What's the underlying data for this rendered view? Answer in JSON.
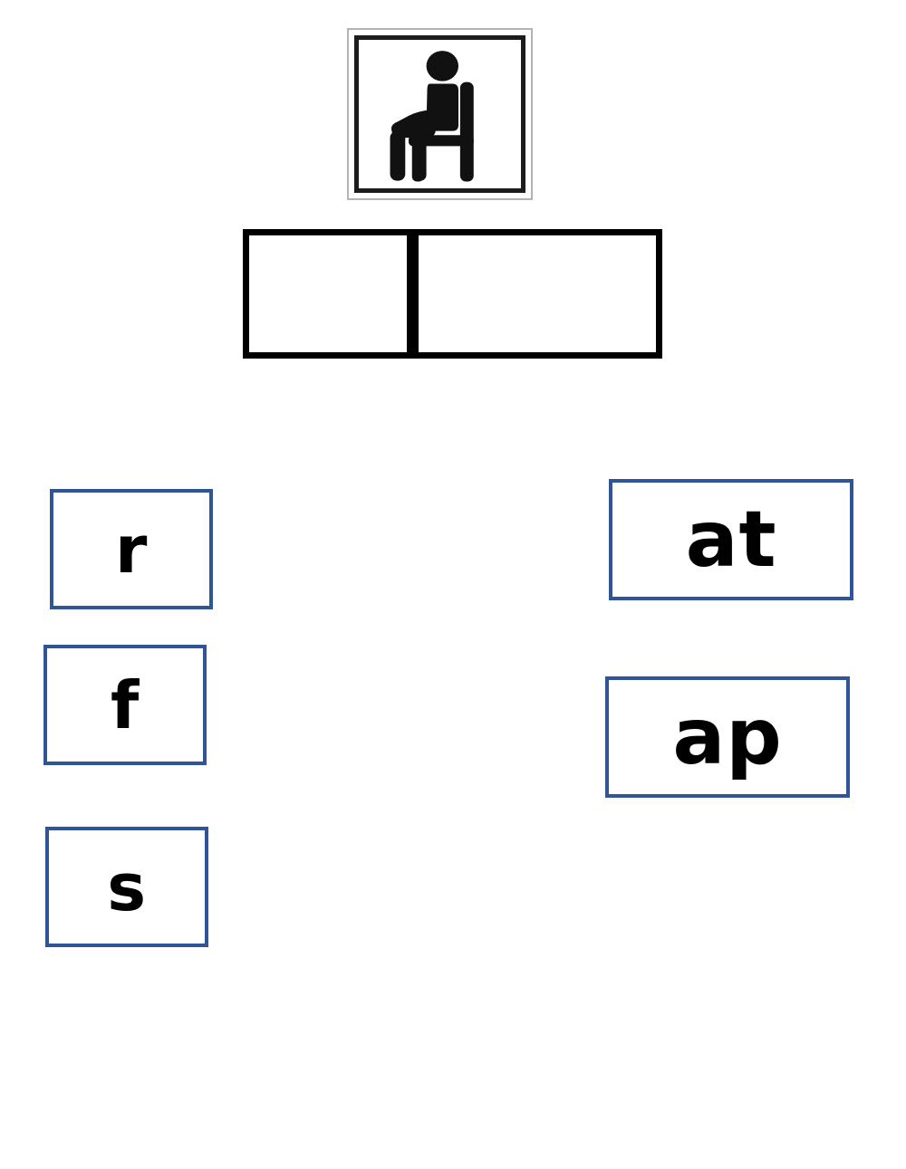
{
  "worksheet": {
    "type": "phonics-word-building",
    "background_color": "#ffffff",
    "tile_border_color": "#2f5597",
    "answer_box_border_color": "#000000",
    "text_color": "#000000"
  },
  "picture_clue": {
    "icon_name": "person-sitting-on-chair-icon",
    "description": "sat",
    "frame_outer_color": "#b3b3b3",
    "frame_inner_color": "#1c1c1c"
  },
  "answer_boxes": [
    {
      "label": "",
      "slot": "onset"
    },
    {
      "label": "",
      "slot": "rime"
    }
  ],
  "onsets": [
    {
      "label": "r"
    },
    {
      "label": "f"
    },
    {
      "label": "s"
    }
  ],
  "rimes": [
    {
      "label": "at"
    },
    {
      "label": "ap"
    }
  ]
}
